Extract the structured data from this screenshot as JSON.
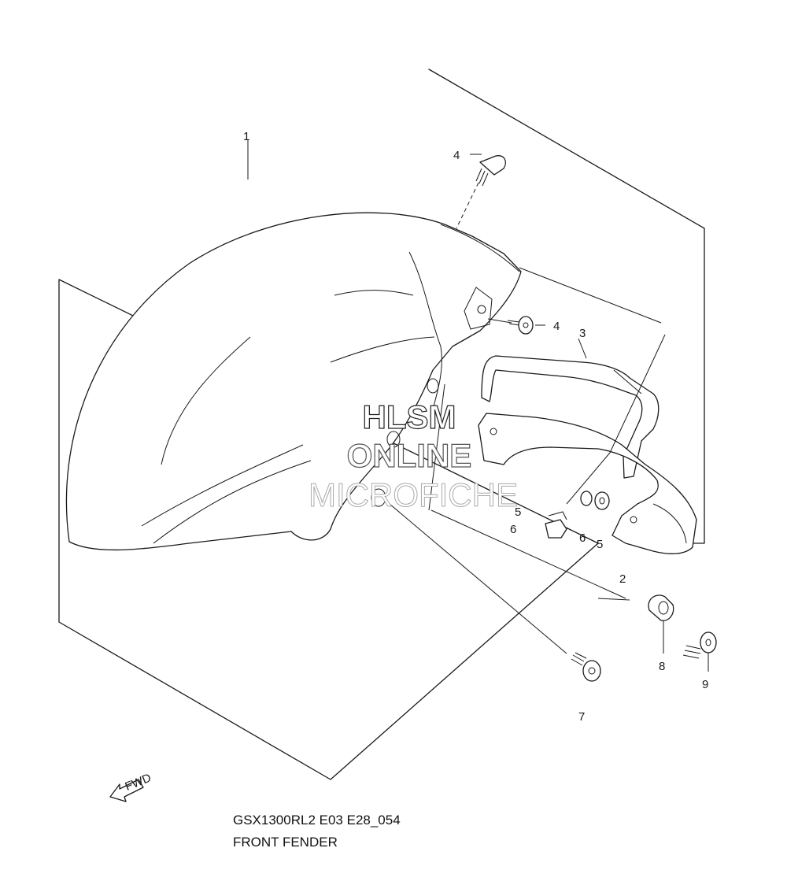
{
  "diagram": {
    "callouts": {
      "c1": "1",
      "c2": "2",
      "c3": "3",
      "c4a": "4",
      "c4b": "4",
      "c5a": "5",
      "c5b": "5",
      "c6a": "6",
      "c6b": "6",
      "c7": "7",
      "c8": "8",
      "c9": "9"
    },
    "fwd_label": "FWD"
  },
  "watermark": {
    "line1": "HLSM",
    "line2": "ONLINE",
    "line3": "MICROFICHE"
  },
  "caption": {
    "code": "GSX1300RL2 E03 E28_054",
    "title": "FRONT FENDER"
  }
}
